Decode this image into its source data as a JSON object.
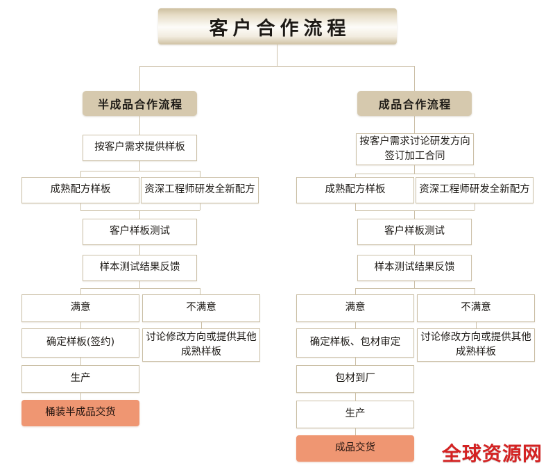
{
  "diagram": {
    "title": "客户合作流程",
    "watermark": "全球资源网",
    "colors": {
      "banner_top": "#cdbf9f",
      "banner_mid": "#fdfcf9",
      "section_header": "#d6c9ae",
      "node_border": "#cbbfa6",
      "node_fill": "#ffffff",
      "terminal_fill": "#ef9672",
      "connector": "#cbbfa6",
      "watermark": "#d42222",
      "text": "#1d1a16"
    },
    "branches": [
      {
        "id": "semi-finished",
        "header": "半成品合作流程",
        "nodes": {
          "step1": "按客户需求提供样板",
          "step2_left": "成熟配方样板",
          "step2_right": "资深工程师研发全新配方",
          "step3": "客户样板测试",
          "step4": "样本测试结果反馈",
          "yes_label": "满意",
          "no_label": "不满意",
          "yes_step1": "确定样板(签约)",
          "no_step1": "讨论修改方向或提供其他成熟样板",
          "yes_step2": "生产",
          "terminal": "桶装半成品交货"
        }
      },
      {
        "id": "finished",
        "header": "成品合作流程",
        "nodes": {
          "step1": "按客户需求讨论研发方向\n签订加工合同",
          "step2_left": "成熟配方样板",
          "step2_right": "资深工程师研发全新配方",
          "step3": "客户样板测试",
          "step4": "样本测试结果反馈",
          "yes_label": "满意",
          "no_label": "不满意",
          "yes_step1": "确定样板、包材审定",
          "no_step1": "讨论修改方向或提供其他成熟样板",
          "yes_step2": "包材到厂",
          "yes_step3": "生产",
          "terminal": "成品交货"
        }
      }
    ]
  }
}
